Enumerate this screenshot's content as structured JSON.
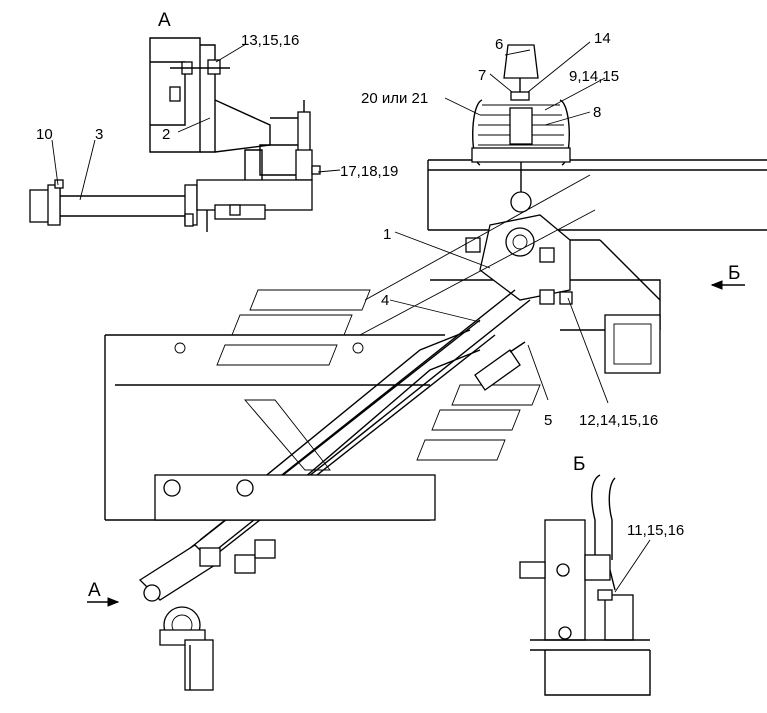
{
  "views": {
    "a_title": "А",
    "b_title": "Б",
    "arrow_a": "А",
    "arrow_b": "Б"
  },
  "callouts": {
    "c1": "1",
    "c2": "2",
    "c3": "3",
    "c4": "4",
    "c5": "5",
    "c6": "6",
    "c7": "7",
    "c8": "8",
    "c9": "9,14,15",
    "c10": "10",
    "c11": "11,15,16",
    "c12": "12,14,15,16",
    "c13": "13,15,16",
    "c14": "14",
    "c17": "17,18,19",
    "c20": "20 или 21"
  }
}
